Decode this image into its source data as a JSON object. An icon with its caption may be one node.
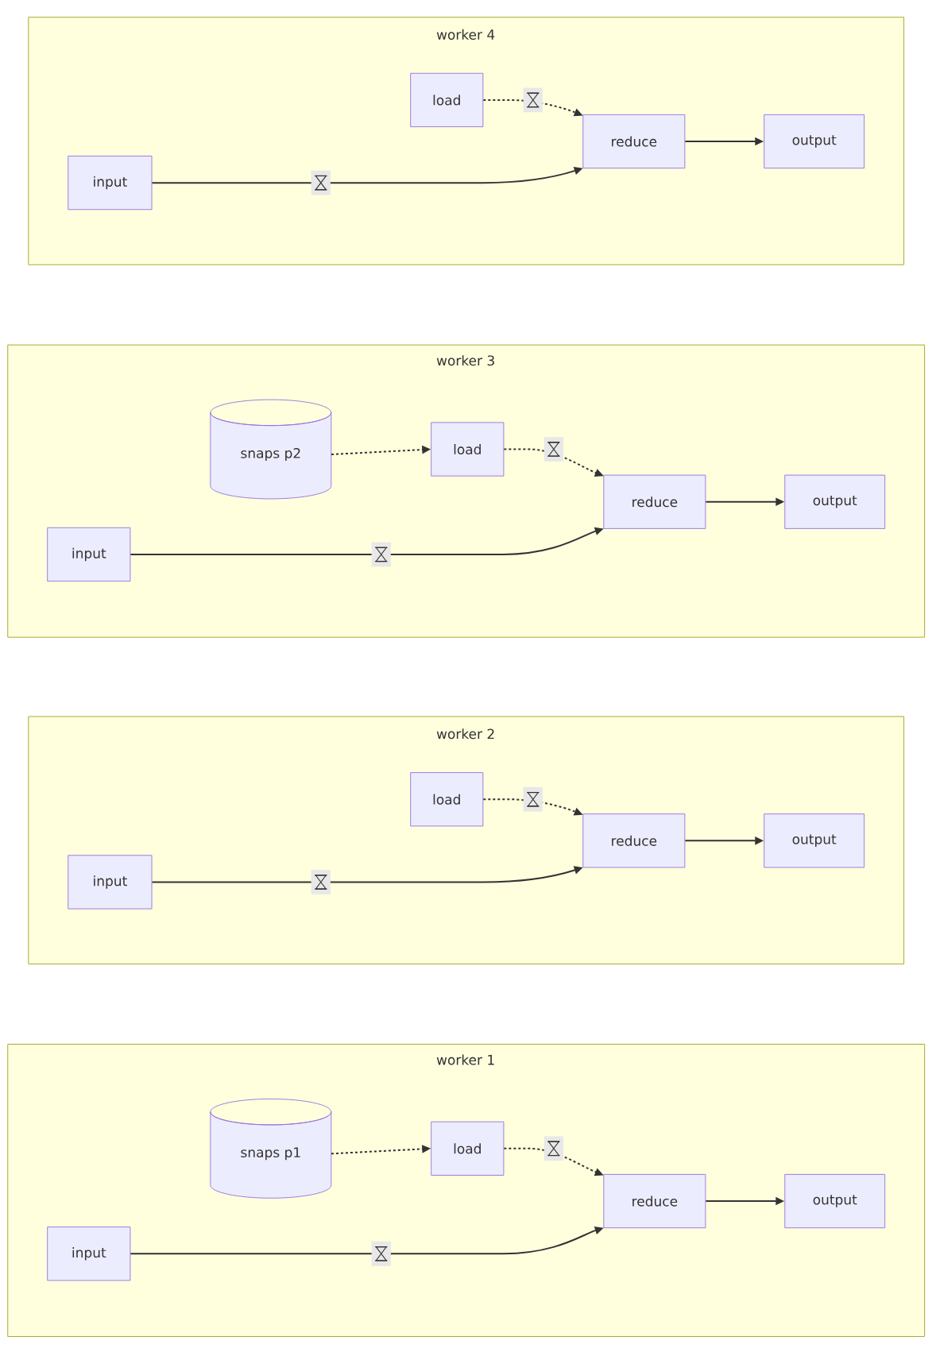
{
  "diagram": {
    "nodes": [
      {
        "text": [
          "worker 4"
        ]
      },
      {
        "text": [
          "load"
        ],
        "in": 0
      },
      {
        "text": [
          "input"
        ],
        "in": 0
      },
      {
        "text": [
          "reduce"
        ],
        "in": 0
      },
      {
        "text": [
          "output"
        ],
        "in": 0
      },
      {
        "text": [
          "worker 3"
        ]
      },
      {
        "text": [
          "snaps p2"
        ],
        "in": 5
      },
      {
        "text": [
          "load"
        ],
        "in": 5
      },
      {
        "text": [
          "input"
        ],
        "in": 5
      },
      {
        "text": [
          "reduce"
        ],
        "in": 5
      },
      {
        "text": [
          "output"
        ],
        "in": 5
      },
      {
        "text": [
          "worker 2"
        ]
      },
      {
        "text": [
          "load"
        ],
        "in": 11
      },
      {
        "text": [
          "input"
        ],
        "in": 11
      },
      {
        "text": [
          "reduce"
        ],
        "in": 11
      },
      {
        "text": [
          "output"
        ],
        "in": 11
      },
      {
        "text": [
          "worker 1"
        ]
      },
      {
        "text": [
          "snaps p1"
        ],
        "in": 16
      },
      {
        "text": [
          "load"
        ],
        "in": 16
      },
      {
        "text": [
          "input"
        ],
        "in": 16
      },
      {
        "text": [
          "reduce"
        ],
        "in": 16
      },
      {
        "text": [
          "output"
        ],
        "in": 16
      }
    ],
    "edges": [
      {
        "from": 1,
        "to": 3,
        "arrow": "to",
        "style": "dashed"
      },
      {
        "from": 2,
        "to": 3,
        "arrow": "to"
      },
      {
        "from": 3,
        "to": 4,
        "arrow": "to"
      },
      {
        "from": 6,
        "to": 7,
        "arrow": "to",
        "style": "dashed"
      },
      {
        "from": 7,
        "to": 9,
        "arrow": "to",
        "style": "dashed"
      },
      {
        "from": 8,
        "to": 9,
        "arrow": "to"
      },
      {
        "from": 9,
        "to": 10,
        "arrow": "to"
      },
      {
        "from": 12,
        "to": 14,
        "arrow": "to",
        "style": "dashed"
      },
      {
        "from": 13,
        "to": 14,
        "arrow": "to"
      },
      {
        "from": 14,
        "to": 15,
        "arrow": "to"
      },
      {
        "from": 17,
        "to": 18,
        "arrow": "to",
        "style": "dashed"
      },
      {
        "from": 18,
        "to": 20,
        "arrow": "to",
        "style": "dashed"
      },
      {
        "from": 19,
        "to": 20,
        "arrow": "to"
      },
      {
        "from": 20,
        "to": 21,
        "arrow": "to"
      }
    ]
  }
}
